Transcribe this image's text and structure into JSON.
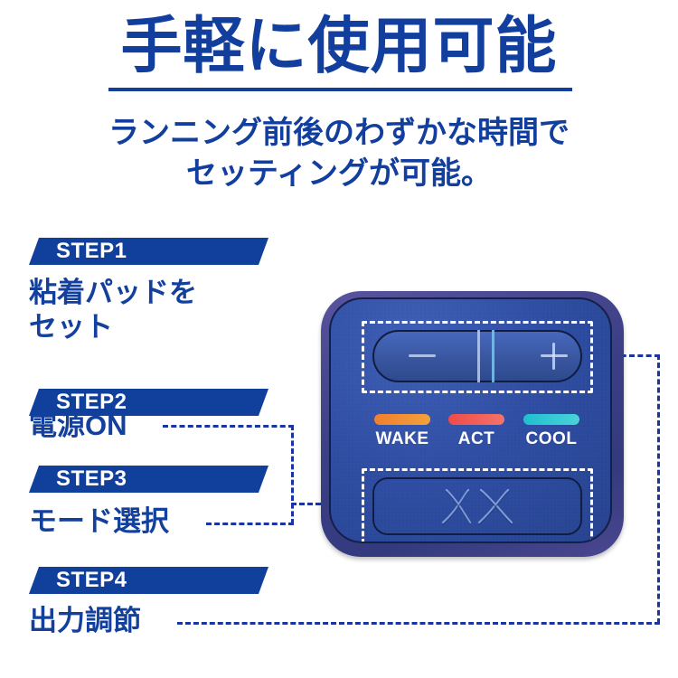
{
  "header": {
    "title": "手軽に使用可能",
    "subtitle_line1": "ランニング前後のわずかな時間で",
    "subtitle_line2": "セッティングが可能。",
    "accent_color": "#123f9e"
  },
  "steps": [
    {
      "badge": "STEP1",
      "label": "粘着パッドを\nセット"
    },
    {
      "badge": "STEP2",
      "label": "電源ON"
    },
    {
      "badge": "STEP3",
      "label": "モード選択"
    },
    {
      "badge": "STEP4",
      "label": "出力調節"
    }
  ],
  "device": {
    "body_color": "#2f4ea4",
    "bezel_color": "#4b4a92",
    "rocker": {
      "minus_icon": "minus-icon",
      "pause_icon": "pause-bars-icon",
      "plus_icon": "plus-icon"
    },
    "leds": [
      {
        "label": "WAKE",
        "color": "#ef7f2f"
      },
      {
        "label": "ACT",
        "color": "#ef4b48"
      },
      {
        "label": "COOL",
        "color": "#1fbfd0"
      }
    ],
    "mode_button": {
      "logo": "xx-logo-icon"
    }
  },
  "connectors": {
    "line_color": "#1a35a0",
    "style": "dashed"
  }
}
